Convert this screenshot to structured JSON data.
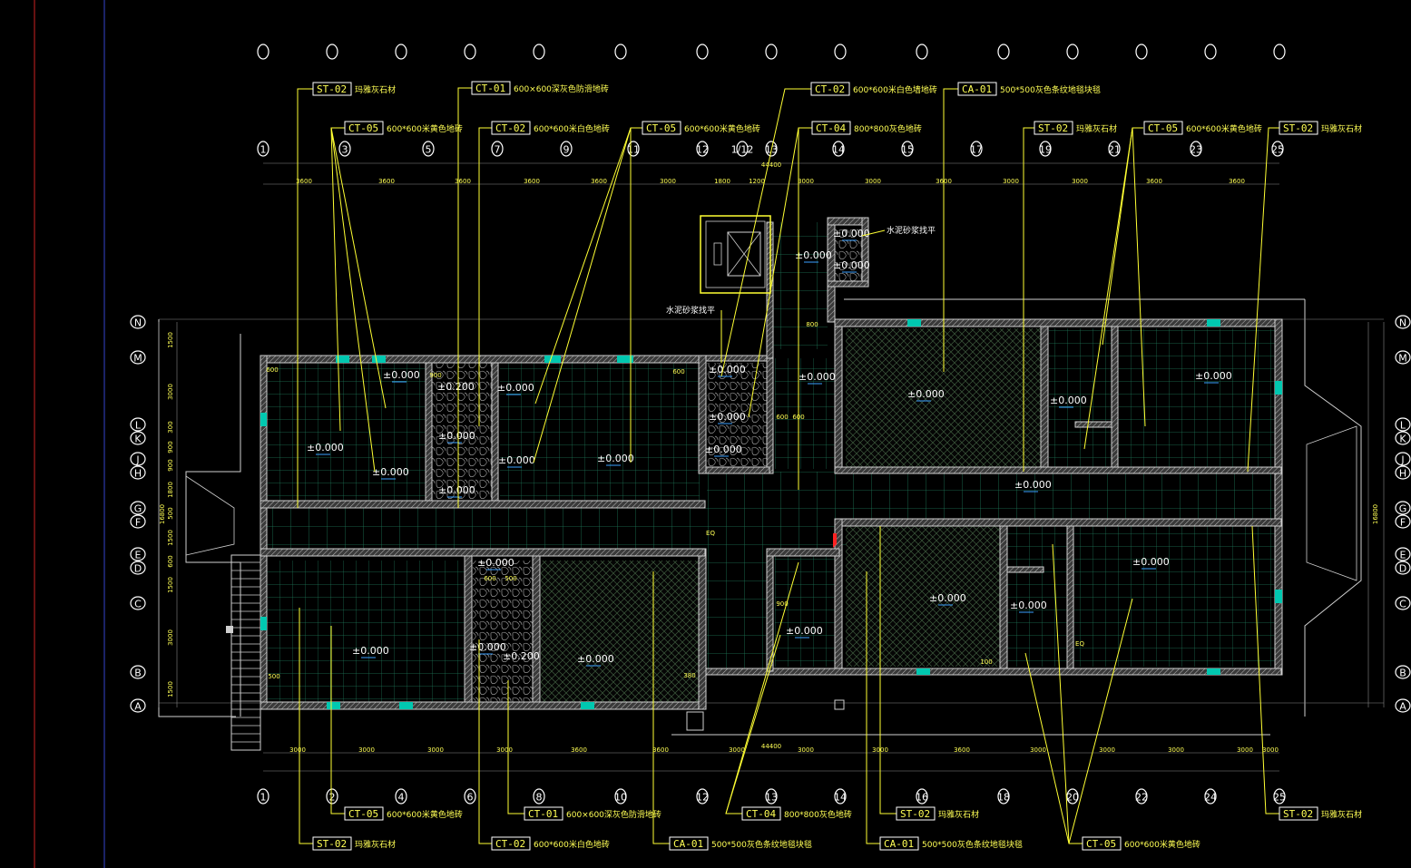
{
  "colors": {
    "background": "#000000",
    "tag_text": "#ffff55",
    "leader": "#ffff33",
    "grid": "#1f7a5a",
    "wall": "#cfcfcf",
    "axis": "#ffffff"
  },
  "axes": {
    "top_upper": [
      "",
      "",
      "",
      "",
      "",
      "",
      "",
      "",
      "",
      "",
      "",
      "",
      "",
      "",
      ""
    ],
    "top_row": [
      "1",
      "3",
      "5",
      "7",
      "9",
      "11",
      "12",
      "1/12",
      "13",
      "14",
      "15",
      "17",
      "19",
      "21",
      "23",
      "25"
    ],
    "bottom_row": [
      "1",
      "2",
      "4",
      "6",
      "8",
      "10",
      "12",
      "13",
      "14",
      "16",
      "18",
      "20",
      "22",
      "24",
      "25"
    ],
    "left": [
      "N",
      "M",
      "L",
      "K",
      "J",
      "H",
      "G",
      "F",
      "E",
      "D",
      "C",
      "B",
      "A"
    ],
    "right": [
      "N",
      "M",
      "L",
      "K",
      "J",
      "H",
      "G",
      "F",
      "E",
      "D",
      "C",
      "B",
      "A"
    ]
  },
  "dimensions": {
    "overall": "44400",
    "top_segments": [
      "3600",
      "3600",
      "3600",
      "3600",
      "3600",
      "3000",
      "1800",
      "1200",
      "3000",
      "3000",
      "3600",
      "3000",
      "3000",
      "3600",
      "3600"
    ],
    "bottom_segments": [
      "3000",
      "3000",
      "3000",
      "3000",
      "3600",
      "3600",
      "3000",
      "3000",
      "3000",
      "3600",
      "3000",
      "3000",
      "3000",
      "3000",
      "3000"
    ],
    "left_segments": [
      "1500",
      "3000",
      "300",
      "900",
      "900",
      "1800",
      "500",
      "1500",
      "600",
      "1500",
      "3000",
      "1500"
    ],
    "right_total": "16800",
    "left_total": "16800"
  },
  "tags": [
    {
      "code": "ST-02",
      "desc": "玛雅灰石材"
    },
    {
      "code": "CT-01",
      "desc": "600×600深灰色防滑地砖"
    },
    {
      "code": "CT-02",
      "desc": "600*600米白色墙地砖"
    },
    {
      "code": "CA-01",
      "desc": "500*500灰色条纹地毯块毯"
    },
    {
      "code": "CT-05",
      "desc": "600*600米黄色地砖"
    },
    {
      "code": "CT-02",
      "desc": "600*600米白色地砖"
    },
    {
      "code": "CT-05",
      "desc": "600*600米黄色地砖"
    },
    {
      "code": "CT-04",
      "desc": "800*800灰色地砖"
    },
    {
      "code": "ST-02",
      "desc": "玛雅灰石材"
    },
    {
      "code": "CT-05",
      "desc": "600*600米黄色地砖"
    },
    {
      "code": "ST-02",
      "desc": "玛雅灰石材"
    },
    {
      "code": "CT-05",
      "desc": "600*600米黄色地砖"
    },
    {
      "code": "CT-01",
      "desc": "600×600深灰色防滑地砖"
    },
    {
      "code": "CT-04",
      "desc": "800*800灰色地砖"
    },
    {
      "code": "ST-02",
      "desc": "玛雅灰石材"
    },
    {
      "code": "ST-02",
      "desc": "玛雅灰石材"
    },
    {
      "code": "CT-02",
      "desc": "600*600米白色地砖"
    },
    {
      "code": "CA-01",
      "desc": "500*500灰色条纹地毯块毯"
    },
    {
      "code": "CA-01",
      "desc": "500*500灰色条纹地毯块毯"
    },
    {
      "code": "CT-05",
      "desc": "600*600米黄色地砖"
    },
    {
      "code": "ST-02",
      "desc": "玛雅灰石材"
    }
  ],
  "notes": {
    "cement1": "水泥砂浆找平",
    "cement2": "水泥砂浆找平"
  },
  "elevation": "±0.000",
  "elevation_small": "±0.200",
  "small_dims": [
    "600",
    "900",
    "600",
    "600",
    "500",
    "500",
    "380",
    "100",
    "EQ",
    "800",
    "EQ"
  ]
}
